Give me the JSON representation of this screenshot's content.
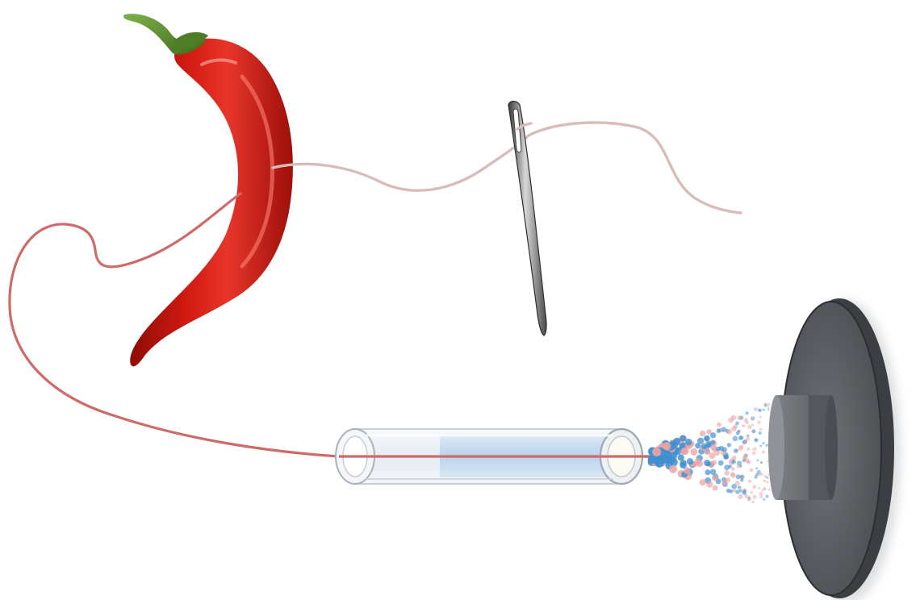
{
  "figure": {
    "elements": [
      "chili-pepper",
      "thread",
      "sewing-needle",
      "glass-capillary-tube",
      "droplet-spray",
      "mass-spectrometer-inlet"
    ]
  },
  "colors": {
    "background": "#ffffff",
    "pepper_red": "#d11a12",
    "pepper_dark": "#8e0b07",
    "stem_green": "#5f8f2e",
    "thread_dyed": "#cf6a6a",
    "thread_plain": "#d8bcbc",
    "needle_steel": "#8a8a8a",
    "tube_glass": "#e8eef5",
    "tube_liquid": "#bcd6ee",
    "droplet_blue": "#3d8fd1",
    "droplet_pink": "#e9a3a3",
    "inlet_gray": "#5f6266"
  }
}
